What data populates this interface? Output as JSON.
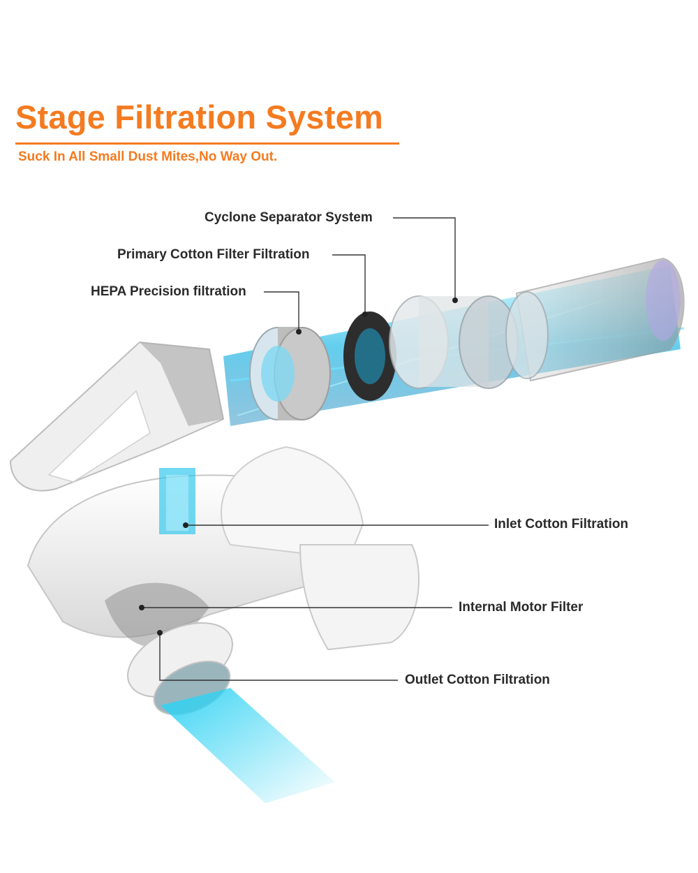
{
  "header": {
    "title": "Stage Filtration System",
    "subtitle": "Suck In All Small Dust Mites,No Way Out."
  },
  "callouts": {
    "cyclone": "Cyclone Separator System",
    "primary": "Primary Cotton Filter Filtration",
    "hepa": "HEPA Precision filtration",
    "inlet": "Inlet Cotton Filtration",
    "motor": "Internal Motor Filter",
    "outlet": "Outlet Cotton Filtration"
  },
  "colors": {
    "accent": "#f47b20",
    "label_text": "#2a2a2a",
    "airflow": "#29c8ee",
    "body": "#f2f2f2"
  }
}
